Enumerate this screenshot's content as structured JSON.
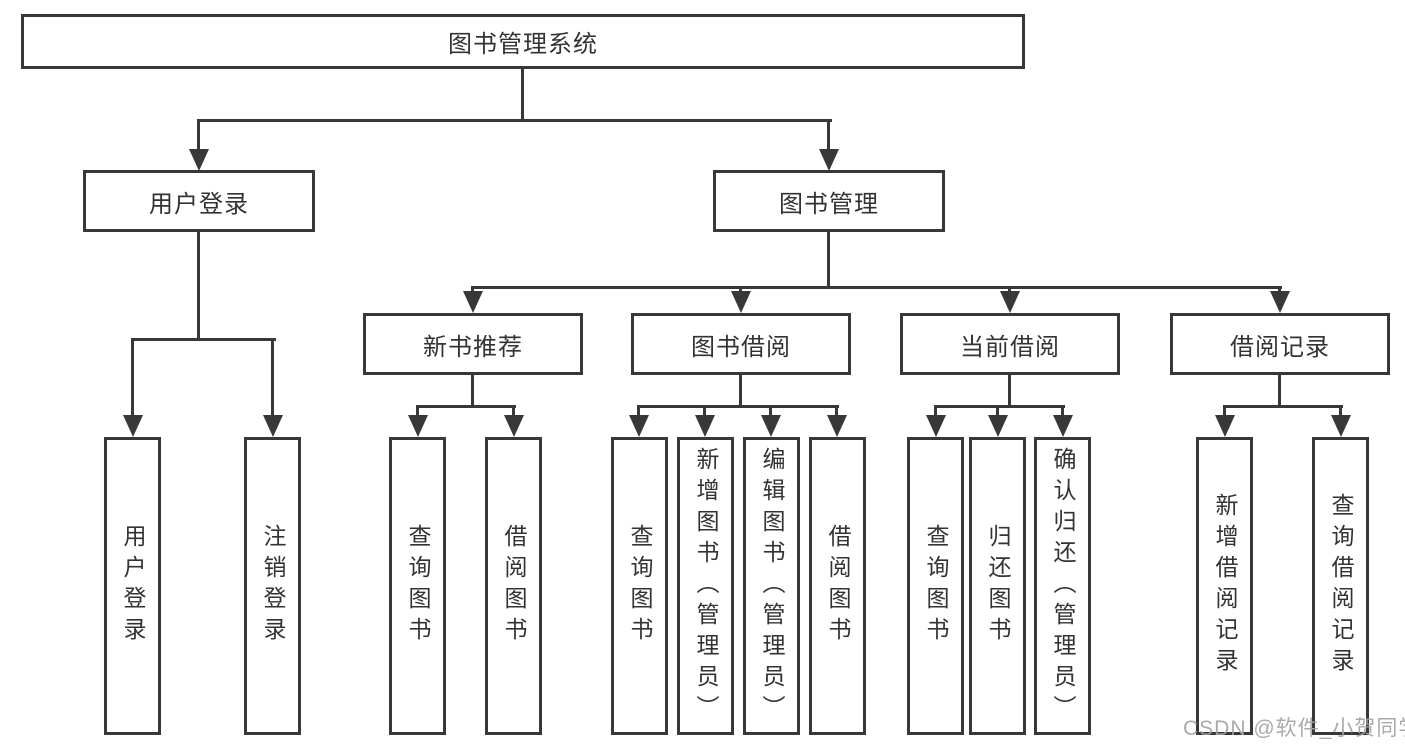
{
  "tree": {
    "label": "图书管理系统",
    "children": [
      {
        "label": "用户登录",
        "children": [
          {
            "label": "用户登录"
          },
          {
            "label": "注销登录"
          }
        ]
      },
      {
        "label": "图书管理",
        "children": [
          {
            "label": "新书推荐",
            "children": [
              {
                "label": "查询图书"
              },
              {
                "label": "借阅图书"
              }
            ]
          },
          {
            "label": "图书借阅",
            "children": [
              {
                "label": "查询图书"
              },
              {
                "label": "新增图书（管理员）"
              },
              {
                "label": "编辑图书（管理员）"
              },
              {
                "label": "借阅图书"
              }
            ]
          },
          {
            "label": "当前借阅",
            "children": [
              {
                "label": "查询图书"
              },
              {
                "label": "归还图书"
              },
              {
                "label": "确认归还（管理员）"
              }
            ]
          },
          {
            "label": "借阅记录",
            "children": [
              {
                "label": "新增借阅记录"
              },
              {
                "label": "查询借阅记录"
              }
            ]
          }
        ]
      }
    ]
  },
  "watermark": {
    "text": "CSDN @软件_小贺同学"
  },
  "colors": {
    "line": "#383838",
    "box_border": "#383838",
    "box_bg": "#ffffff",
    "text": "#333333",
    "watermark": "#a3a3a3"
  }
}
